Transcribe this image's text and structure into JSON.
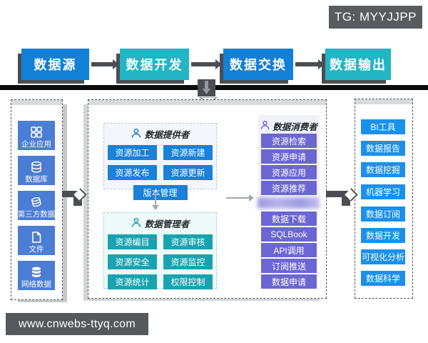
{
  "badge": {
    "label": "TG: MYYJJPP"
  },
  "flow": {
    "steps": [
      {
        "label": "数据源"
      },
      {
        "label": "数据开发"
      },
      {
        "label": "数据交换"
      },
      {
        "label": "数据输出"
      }
    ]
  },
  "sources_panel": {
    "items": [
      {
        "label": "企业应用",
        "icon": "app-grid-icon"
      },
      {
        "label": "数据库",
        "icon": "database-icon"
      },
      {
        "label": "第三方数据",
        "icon": "coins-stack-icon"
      },
      {
        "label": "文件",
        "icon": "file-icon"
      },
      {
        "label": "网络数据",
        "icon": "database-solid-icon"
      }
    ]
  },
  "provider_section": {
    "title": "数据提供者",
    "buttons": [
      "资源加工",
      "资源新建",
      "资源发布",
      "资源更新",
      "版本管理"
    ]
  },
  "manager_section": {
    "title": "数据管理者",
    "buttons": [
      "资源编目",
      "资源审核",
      "资源安全",
      "资源监控",
      "资源统计",
      "权限控制"
    ]
  },
  "consumer_section": {
    "title": "数据消费者",
    "group1": [
      "资源检索",
      "资源申请",
      "资源应用",
      "资源推荐"
    ],
    "group2": [
      "数据下载",
      "SQLBook",
      "API调用",
      "订阅推送",
      "数据申请"
    ]
  },
  "outputs_panel": {
    "items": [
      "BI工具",
      "数据报告",
      "数据挖掘",
      "机器学习",
      "数据订阅",
      "数据开发",
      "可视化分析",
      "数据科学"
    ]
  },
  "footer": {
    "url": "www.cnwebs-ttyq.com"
  },
  "colors": {
    "flow_blue": "#1180d6",
    "flow_teal": "#22b5c4",
    "source_tile_blue": "#4b7dd5",
    "provider_button_blue": "#1a80d8",
    "manager_button_teal": "#17a3af",
    "consumer_button_purple": "#6b66d3",
    "output_button_blue": "#1b90ea",
    "arrow_gray": "#4a4e52",
    "divider_black": "#0d0d0d",
    "badge_gray": "#585c60"
  }
}
